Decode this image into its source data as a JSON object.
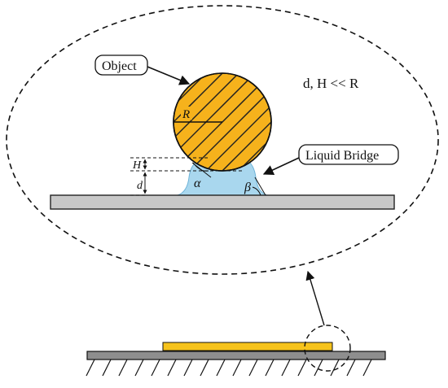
{
  "labels": {
    "object": "Object",
    "condition": "d, H << R",
    "liquid_bridge": "Liquid Bridge",
    "radius": "R",
    "height": "H",
    "distance": "d",
    "alpha": "α",
    "beta": "β"
  },
  "colors": {
    "sphere_fill": "#f6b21c",
    "hatch": "#222222",
    "liquid": "#a9d7ee",
    "liquid_edge": "#6db3d8",
    "plate": "#c8c8c8",
    "plate_edge": "#222222",
    "base_plate": "#8e8e8e",
    "small_object": "#f6c31c",
    "line": "#111111"
  }
}
